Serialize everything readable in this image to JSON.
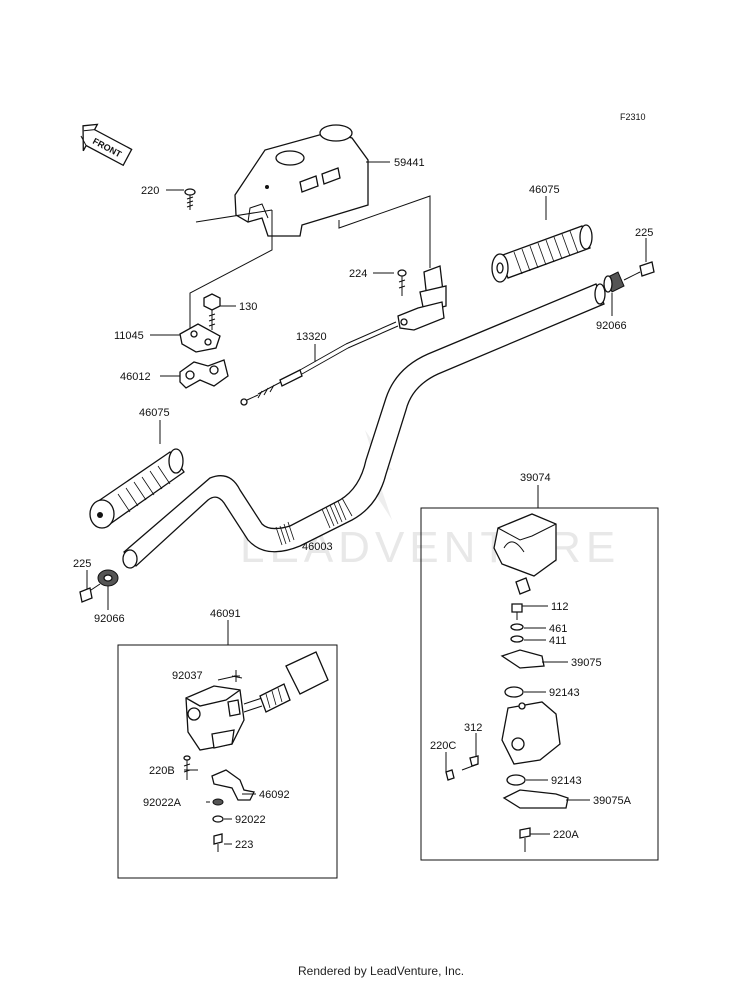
{
  "diagram_code": "F2310",
  "front_label": "FRONT",
  "watermark": "LEADVENTURE",
  "footer": "Rendered by LeadVenture, Inc.",
  "colors": {
    "line": "#111111",
    "watermark": "#e8e8e8",
    "background": "#ffffff"
  },
  "parts": [
    {
      "id": "59441",
      "label": "59441"
    },
    {
      "id": "220",
      "label": "220"
    },
    {
      "id": "224",
      "label": "224"
    },
    {
      "id": "130",
      "label": "130"
    },
    {
      "id": "11045",
      "label": "11045"
    },
    {
      "id": "13320",
      "label": "13320"
    },
    {
      "id": "46012",
      "label": "46012"
    },
    {
      "id": "46075-right",
      "label": "46075"
    },
    {
      "id": "225-right",
      "label": "225"
    },
    {
      "id": "92066-right",
      "label": "92066"
    },
    {
      "id": "46075-left",
      "label": "46075"
    },
    {
      "id": "225-left",
      "label": "225"
    },
    {
      "id": "92066-left",
      "label": "92066"
    },
    {
      "id": "46003",
      "label": "46003"
    },
    {
      "id": "46091",
      "label": "46091"
    },
    {
      "id": "92037",
      "label": "92037"
    },
    {
      "id": "220B",
      "label": "220B"
    },
    {
      "id": "46092",
      "label": "46092"
    },
    {
      "id": "92022A",
      "label": "92022A"
    },
    {
      "id": "92022",
      "label": "92022"
    },
    {
      "id": "223",
      "label": "223"
    },
    {
      "id": "39074",
      "label": "39074"
    },
    {
      "id": "112",
      "label": "112"
    },
    {
      "id": "461",
      "label": "461"
    },
    {
      "id": "411",
      "label": "411"
    },
    {
      "id": "39075",
      "label": "39075"
    },
    {
      "id": "92143-a",
      "label": "92143"
    },
    {
      "id": "312",
      "label": "312"
    },
    {
      "id": "220C",
      "label": "220C"
    },
    {
      "id": "92143-b",
      "label": "92143"
    },
    {
      "id": "39075A",
      "label": "39075A"
    },
    {
      "id": "220A",
      "label": "220A"
    }
  ]
}
